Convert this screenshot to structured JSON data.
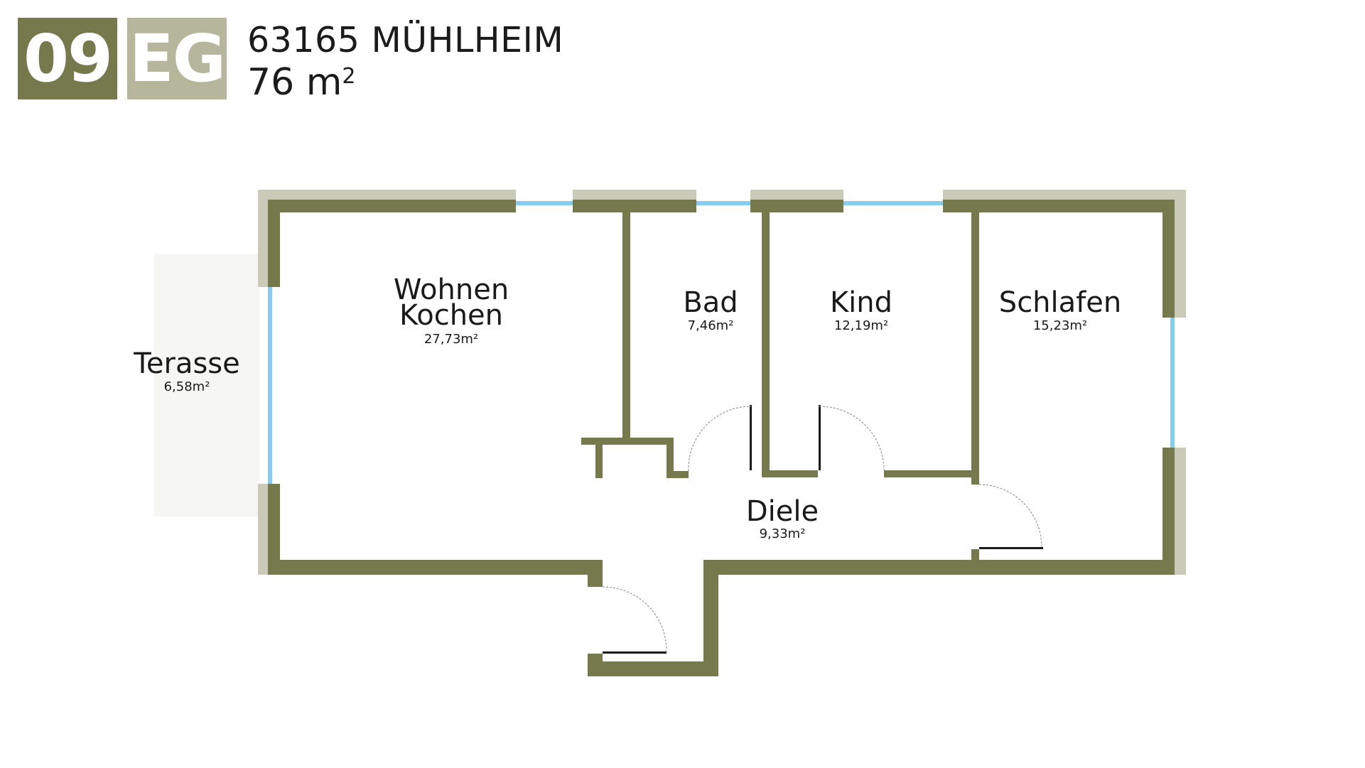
{
  "header": {
    "unit_number": "09",
    "floor": "EG",
    "address": "63165 MÜHLHEIM",
    "area_value": "76 m",
    "area_unit_sup": "2"
  },
  "rooms": {
    "wohnen_line1": "Wohnen",
    "wohnen_line2": "Kochen",
    "wohnen_area": "27,73m²",
    "bad_name": "Bad",
    "bad_area": "7,46m²",
    "kind_name": "Kind",
    "kind_area": "12,19m²",
    "schlafen_name": "Schlafen",
    "schlafen_area": "15,23m²",
    "terasse_name": "Terasse",
    "terasse_area": "6,58m²",
    "diele_name": "Diele",
    "diele_area": "9,33m²"
  },
  "colors": {
    "wall": "#76794c",
    "facade": "#cacab9",
    "window": "#84cdf1",
    "terrace": "#f6f6f4",
    "badge_unit": "#76794c",
    "badge_floor": "#b5b69b",
    "door": "#1a1a1a"
  }
}
